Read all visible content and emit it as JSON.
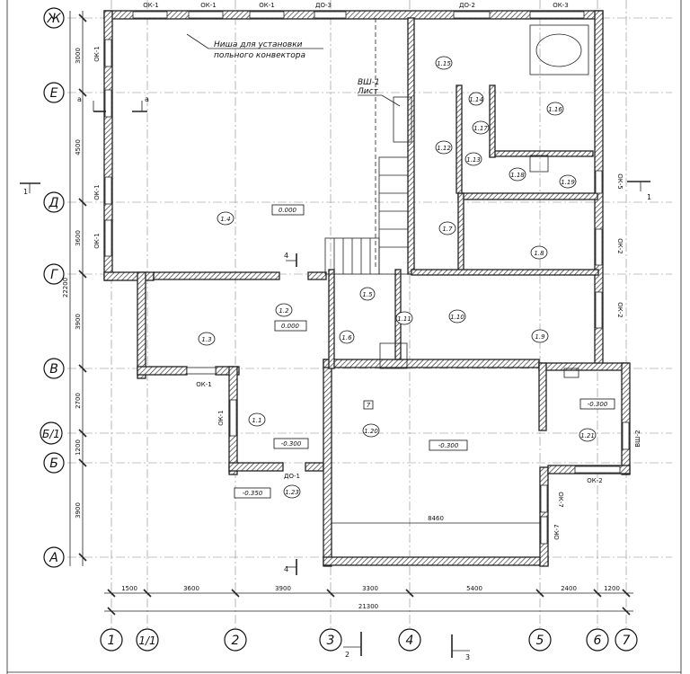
{
  "axes_horizontal": [
    {
      "label": "Ж"
    },
    {
      "label": "Е"
    },
    {
      "label": "Д"
    },
    {
      "label": "Г"
    },
    {
      "label": "В"
    },
    {
      "label": "Б/1"
    },
    {
      "label": "Б"
    },
    {
      "label": "А"
    }
  ],
  "axes_vertical": [
    {
      "label": "1"
    },
    {
      "label": "1/1"
    },
    {
      "label": "2"
    },
    {
      "label": "3"
    },
    {
      "label": "4"
    },
    {
      "label": "5"
    },
    {
      "label": "6"
    },
    {
      "label": "7"
    }
  ],
  "dims_bottom": [
    "1500",
    "3600",
    "3900",
    "3300",
    "5400",
    "2400",
    "1200"
  ],
  "dim_total_bottom": "21300",
  "dims_left": [
    "3000",
    "4500",
    "3600",
    "3900",
    "2700",
    "1200",
    "3900"
  ],
  "dim_total_left": "22200",
  "inner_dim": "8460",
  "rooms": [
    "1.1",
    "1.2",
    "1.3",
    "1.4",
    "1.5",
    "1.6",
    "1.7",
    "1.8",
    "1.9",
    "1.10",
    "1.11",
    "1.12",
    "1.13",
    "1.14",
    "1.15",
    "1.16",
    "1.17",
    "1.18",
    "1.19",
    "1.20",
    "1.21",
    "1.23"
  ],
  "levels": [
    "0.000",
    "0.000",
    "-0.300",
    "-0.300",
    "-0.300",
    "-0.350"
  ],
  "window_labels": [
    "ОК-1",
    "ОК-1",
    "ОК-1",
    "ДО-3",
    "ДО-2",
    "ОК-3",
    "ОК-1",
    "ОК-1",
    "ОК-1",
    "ОК-1",
    "ОК-1",
    "ОК-5",
    "ОК-2",
    "ОК-2",
    "ОК-7",
    "ОК-7",
    "ОК-2",
    "ДО-1",
    "ВШ-2"
  ],
  "note": {
    "line1": "Ниша для установки",
    "line2": "польного конвектора"
  },
  "shaft": {
    "line1": "ВШ-1",
    "line2": "Лист"
  },
  "section_marks": {
    "s1": "1",
    "s1b": "1",
    "s4a": "4",
    "s4b": "4",
    "s2": "2",
    "s3": "3",
    "a1": "а",
    "a2": "а"
  },
  "stair_tag": "7"
}
